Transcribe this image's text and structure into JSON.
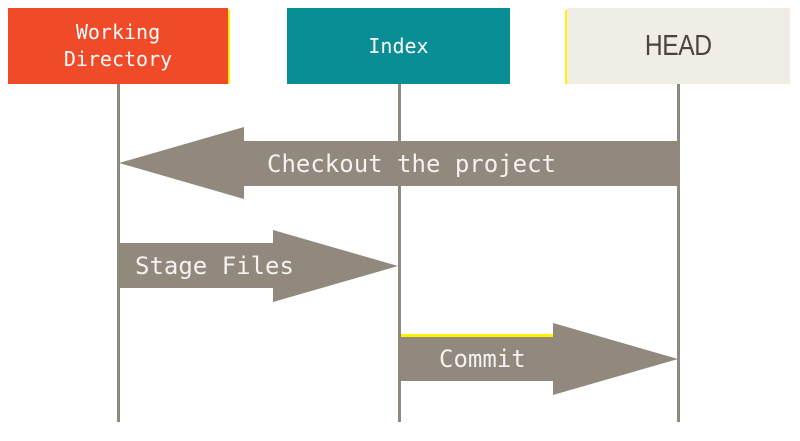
{
  "diagram": {
    "boxes": [
      {
        "id": "working-directory",
        "lines": [
          "Working",
          "Directory"
        ]
      },
      {
        "id": "index",
        "lines": [
          "Index"
        ]
      },
      {
        "id": "head",
        "lines": [
          "HEAD"
        ]
      }
    ],
    "arrows": [
      {
        "id": "checkout",
        "label": "Checkout the project",
        "from": "HEAD",
        "to": "Working Directory",
        "direction": "left"
      },
      {
        "id": "stage",
        "label": "Stage Files",
        "from": "Working Directory",
        "to": "Index",
        "direction": "right"
      },
      {
        "id": "commit",
        "label": "Commit",
        "from": "Index",
        "to": "HEAD",
        "direction": "right"
      }
    ],
    "colors": {
      "working_directory_box": "#F04A28",
      "index_box": "#098E96",
      "head_box": "#EFEDE4",
      "head_text": "#4C453F",
      "box_text": "#FDFDFD",
      "arrow": "#91897D",
      "lifeline": "#91897D",
      "arrow_text": "#F4F2EF",
      "highlight_yellow": "#FFF100"
    }
  }
}
